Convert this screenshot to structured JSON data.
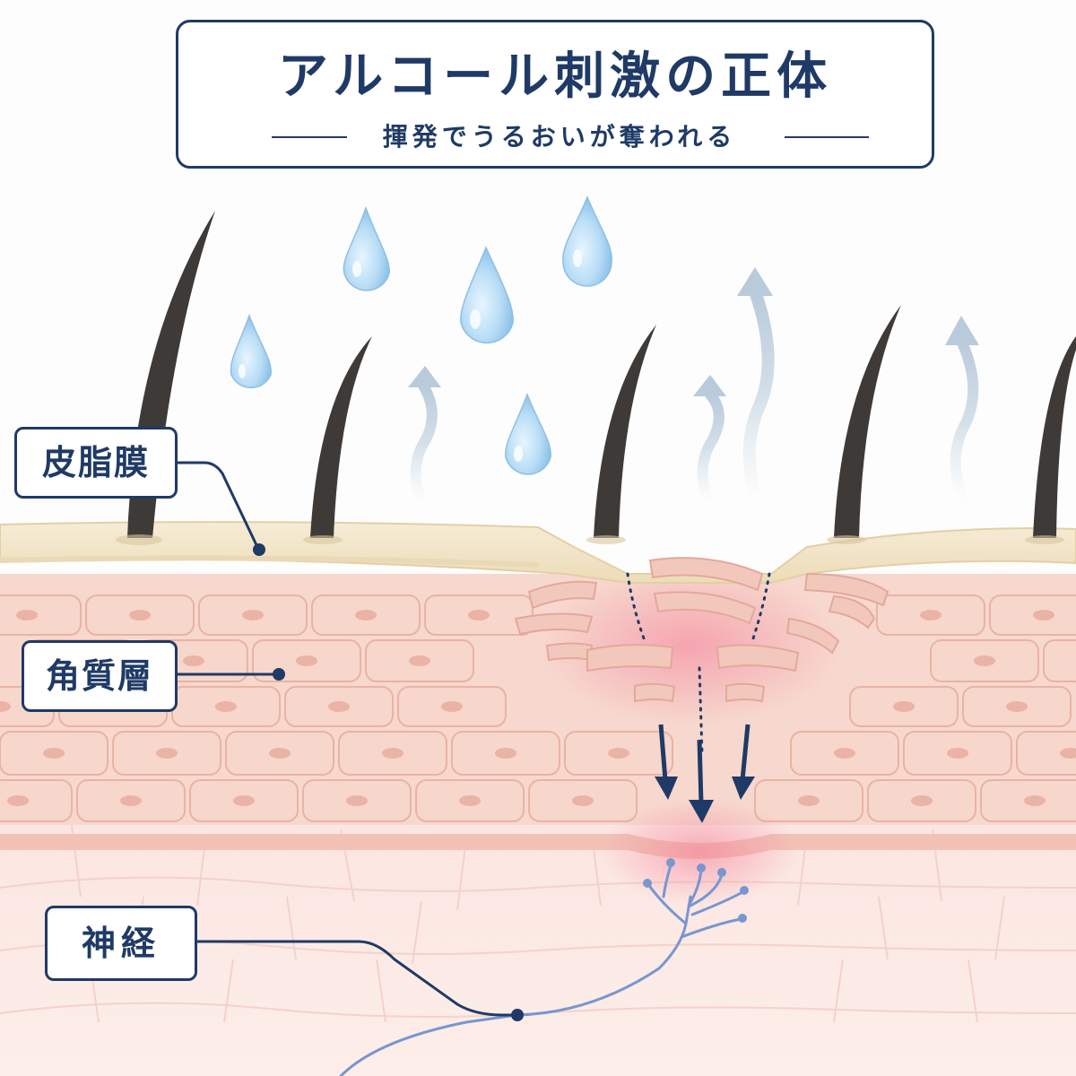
{
  "title": {
    "main": "アルコール刺激の正体",
    "subtitle": "揮発でうるおいが奪われる"
  },
  "labels": {
    "sebum_film": "皮脂膜",
    "stratum_corneum": "角質層",
    "nerve": "神経"
  },
  "colors": {
    "navy": "#1f3a66",
    "skin": "#f3c9bd",
    "sebum": "#f1e6cf",
    "hair": "#3e3a38",
    "droplet": "#a9d3f2",
    "nerve": "#6f8dc9",
    "irritation": "#f08aa2"
  },
  "icons": {
    "droplets": "water-droplet-icon",
    "evaporation": "vapor-arrow-icon",
    "penetration": "down-arrow-icon"
  }
}
